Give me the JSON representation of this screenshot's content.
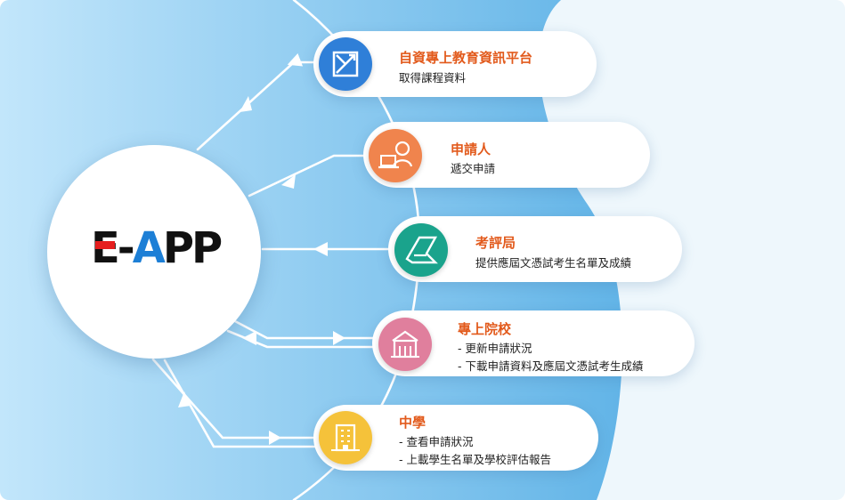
{
  "logo": {
    "text_e": "E",
    "text_dash": "-",
    "text_a": "A",
    "text_pp": "PP"
  },
  "nodes": [
    {
      "title": "自資專上教育資訊平台",
      "lines": [
        "取得課程資料"
      ],
      "icon": "platform-icon"
    },
    {
      "title": "申請人",
      "lines": [
        "遞交申請"
      ],
      "icon": "applicant-laptop-icon"
    },
    {
      "title": "考評局",
      "lines": [
        "提供應屆文憑試考生名單及成績"
      ],
      "icon": "hkeaa-logo-icon"
    },
    {
      "title": "專上院校",
      "lines": [
        "- 更新申請狀況",
        "- 下載申請資料及應屆文憑試考生成績"
      ],
      "icon": "institution-building-icon"
    },
    {
      "title": "中學",
      "lines": [
        "- 查看申請狀況",
        "- 上載學生名單及學校評估報告"
      ],
      "icon": "school-building-icon"
    }
  ],
  "colors": {
    "title": "#e25a1c",
    "platform": "#2f7fd8",
    "applicant": "#f0844d",
    "hkeaa": "#1aa38c",
    "institution": "#e07f9d",
    "school": "#f5c23a",
    "background_wave": "#7cc3ec"
  }
}
